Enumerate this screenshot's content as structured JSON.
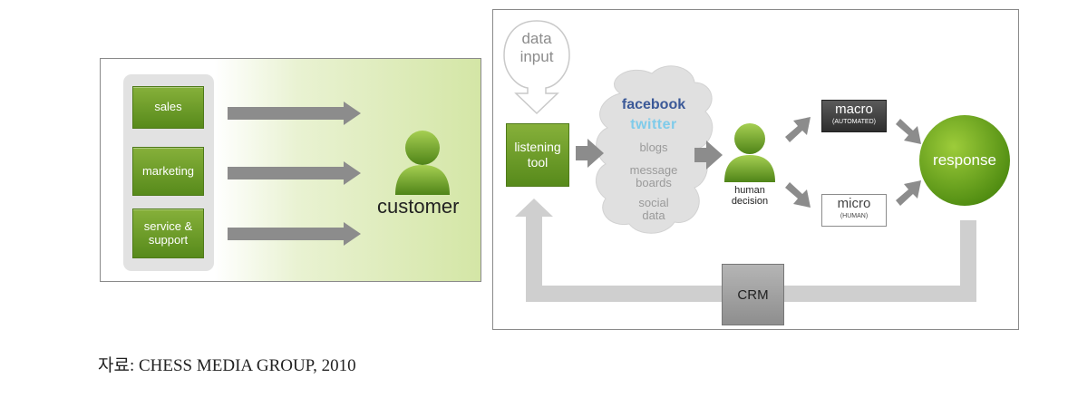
{
  "left_diagram": {
    "departments": [
      {
        "label": "sales"
      },
      {
        "label": "marketing"
      },
      {
        "label": "service & support"
      }
    ],
    "customer_label": "customer"
  },
  "right_diagram": {
    "data_input_label": "data input",
    "listening_tool_label": "listening tool",
    "social_sources": {
      "facebook": "facebook",
      "twitter": "twitter",
      "blogs": "blogs",
      "message_boards": "message boards",
      "social_data": "social data"
    },
    "human_decision_label": "human decision",
    "macro": {
      "label": "macro",
      "sublabel": "(AUTOMATED)"
    },
    "micro": {
      "label": "micro",
      "sublabel": "(HUMAN)"
    },
    "response_label": "response",
    "crm_label": "CRM"
  },
  "caption": "자료: CHESS MEDIA GROUP, 2010",
  "colors": {
    "green_dark": "#578a1b",
    "green_light": "#86b03a",
    "arrow_gray": "#8c8c8c",
    "loop_gray": "#cfcfcf",
    "cloud_gray": "#e0e0e0"
  }
}
